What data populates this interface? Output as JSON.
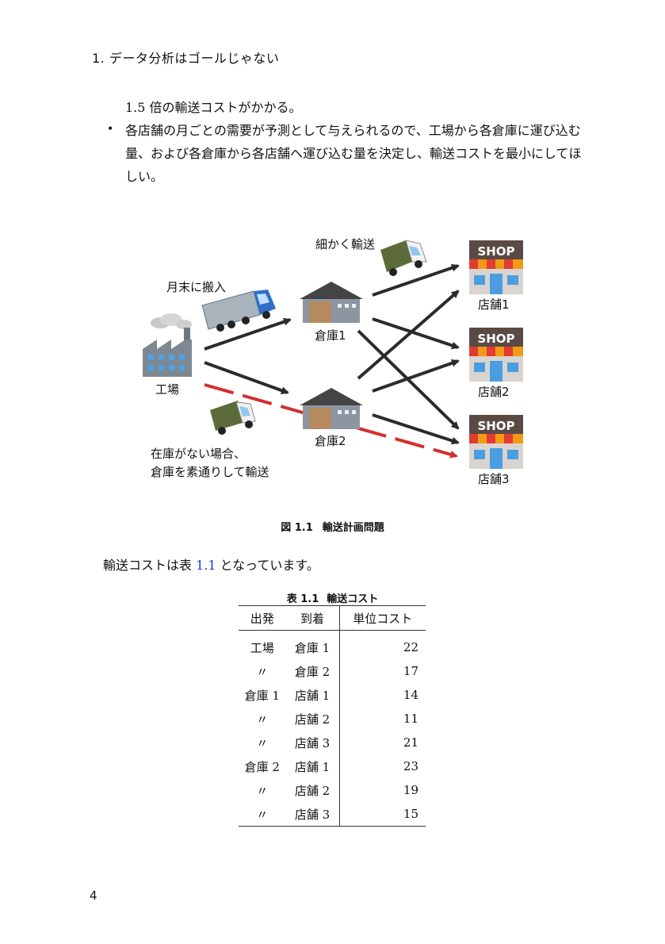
{
  "header": {
    "chapter_title": "1. データ分析はゴールじゃない"
  },
  "body": {
    "continuation": "1.5 倍の輸送コストがかかる。",
    "bullet": "各店舗の月ごとの需要が予測として与えられるので、工場から各倉庫に運び込む量、および各倉庫から各店舗へ運び込む量を決定し、輸送コストを最小にしてほしい。"
  },
  "figure": {
    "labels": {
      "factory": "工場",
      "warehouse1": "倉庫1",
      "warehouse2": "倉庫2",
      "store1": "店舗1",
      "store2": "店舗2",
      "store3": "店舗3",
      "month_end": "月末に搬入",
      "fine": "細かく輸送",
      "no_stock_line1": "在庫がない場合、",
      "no_stock_line2": "倉庫を素通りして輸送",
      "shop_sign": "SHOP"
    },
    "caption_num": "図 1.1",
    "caption_title": "輸送計画問題"
  },
  "reference": {
    "before": "輸送コストは表 ",
    "ref": "1.1",
    "after": " となっています。"
  },
  "table": {
    "caption_num": "表 1.1",
    "caption_title": "輸送コスト",
    "headers": [
      "出発",
      "到着",
      "単位コスト"
    ],
    "rows": [
      [
        "工場",
        "倉庫 1",
        "22"
      ],
      [
        "〃",
        "倉庫 2",
        "17"
      ],
      [
        "倉庫 1",
        "店舗 1",
        "14"
      ],
      [
        "〃",
        "店舗 2",
        "11"
      ],
      [
        "〃",
        "店舗 3",
        "21"
      ],
      [
        "倉庫 2",
        "店舗 1",
        "23"
      ],
      [
        "〃",
        "店舗 2",
        "19"
      ],
      [
        "〃",
        "店舗 3",
        "15"
      ]
    ]
  },
  "footer": {
    "page_number": "4"
  },
  "colors": {
    "link": "#1a3ecc",
    "red_arrow": "#d32f2f",
    "arrow": "#2b2b2b"
  }
}
